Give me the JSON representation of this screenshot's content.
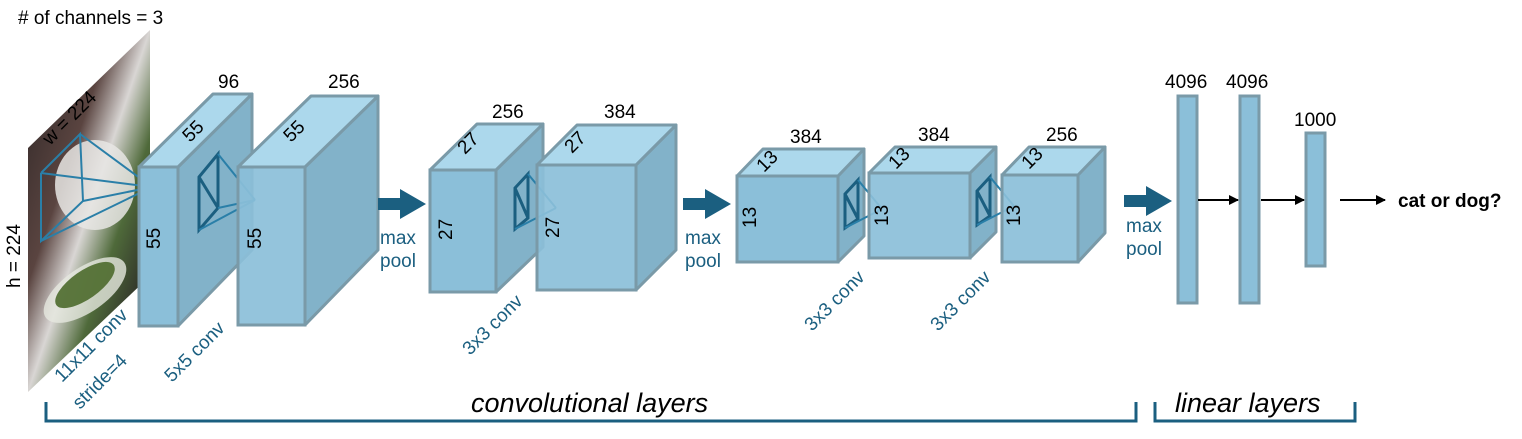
{
  "input": {
    "channels_label": "# of channels = 3",
    "width_label": "w = 224",
    "height_label": "h = 224"
  },
  "conv_layers": [
    {
      "depth": "96",
      "top_dim": "55",
      "side_dim": "55",
      "op": [
        "11x11 conv",
        "stride=4"
      ]
    },
    {
      "depth": "256",
      "top_dim": "55",
      "side_dim": "55",
      "op": [
        "5x5 conv"
      ]
    },
    {
      "depth": "256",
      "top_dim": "27",
      "side_dim": "27",
      "op": [
        "max",
        "pool"
      ]
    },
    {
      "depth": "384",
      "top_dim": "27",
      "side_dim": "27",
      "op": [
        "3x3 conv"
      ]
    },
    {
      "depth": "384",
      "top_dim": "13",
      "side_dim": "13",
      "op": [
        "max",
        "pool"
      ]
    },
    {
      "depth": "384",
      "top_dim": "13",
      "side_dim": "13",
      "op": [
        "3x3 conv"
      ]
    },
    {
      "depth": "256",
      "top_dim": "13",
      "side_dim": "13",
      "op": [
        "3x3 conv"
      ]
    }
  ],
  "pool_labels": [
    {
      "line1": "max",
      "line2": "pool"
    },
    {
      "line1": "max",
      "line2": "pool"
    },
    {
      "line1": "max",
      "line2": "pool"
    }
  ],
  "conv_op_labels": {
    "first_line1": "11x11 conv",
    "first_line2": "stride=4",
    "second": "5x5 conv",
    "third": "3x3 conv",
    "fourth": "3x3 conv",
    "fifth": "3x3 conv"
  },
  "linear_layers": [
    {
      "units": "4096"
    },
    {
      "units": "4096"
    },
    {
      "units": "1000"
    }
  ],
  "output_label": "cat or dog?",
  "sections": {
    "conv": "convolutional layers",
    "linear": "linear layers"
  },
  "colors": {
    "accent": "#1b5f80",
    "block_front": "#8bbfd9",
    "block_top": "#acd8ec",
    "block_side": "#82b2c9",
    "block_stroke": "#7a9aa8"
  }
}
